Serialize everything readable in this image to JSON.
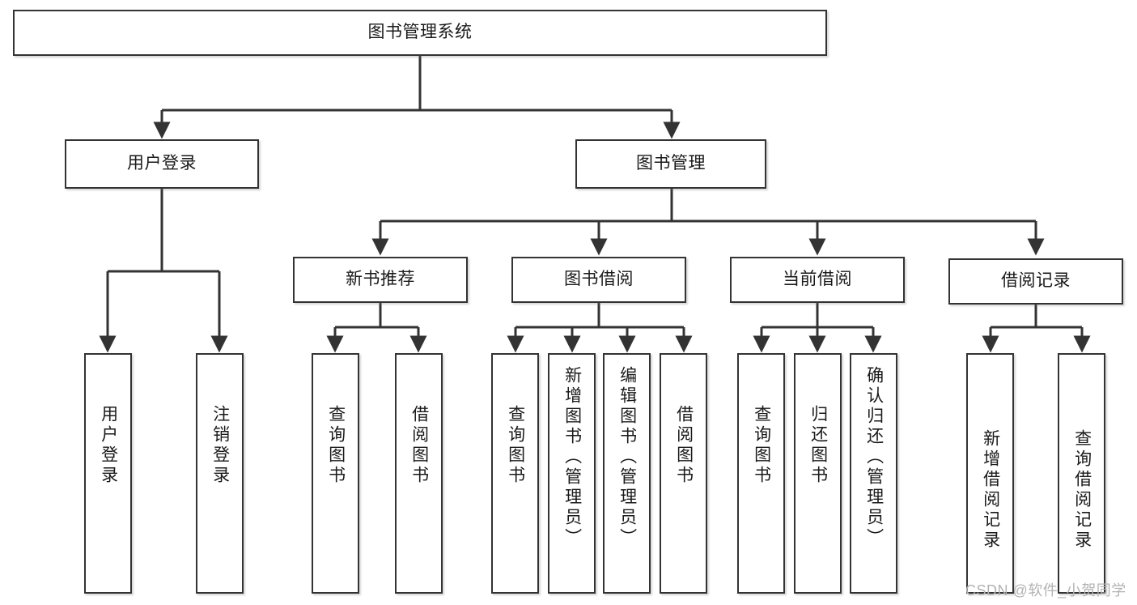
{
  "diagram": {
    "type": "tree",
    "title_node": {
      "id": "root",
      "label": "图书管理系统"
    },
    "level2": [
      {
        "id": "user-login",
        "label": "用户登录"
      },
      {
        "id": "book-manage",
        "label": "图书管理"
      }
    ],
    "level3": [
      {
        "id": "new-book-rec",
        "label": "新书推荐"
      },
      {
        "id": "book-borrow",
        "label": "图书借阅"
      },
      {
        "id": "current-borrow",
        "label": "当前借阅"
      },
      {
        "id": "borrow-record",
        "label": "借阅记录"
      }
    ],
    "leaves": {
      "user_login": [
        {
          "id": "leaf-user-login",
          "label": "用户登录"
        },
        {
          "id": "leaf-logout-login",
          "label": "注销登录"
        }
      ],
      "new_book_rec": [
        {
          "id": "leaf-query-book-1",
          "label": "查询图书"
        },
        {
          "id": "leaf-borrow-book-1",
          "label": "借阅图书"
        }
      ],
      "book_borrow": [
        {
          "id": "leaf-query-book-2",
          "label": "查询图书"
        },
        {
          "id": "leaf-add-book",
          "label": "新增图书（管理员）"
        },
        {
          "id": "leaf-edit-book",
          "label": "编辑图书（管理员）"
        },
        {
          "id": "leaf-borrow-book-2",
          "label": "借阅图书"
        }
      ],
      "current_borrow": [
        {
          "id": "leaf-query-book-3",
          "label": "查询图书"
        },
        {
          "id": "leaf-return-book",
          "label": "归还图书"
        },
        {
          "id": "leaf-confirm-return",
          "label": "确认归还（管理员）"
        }
      ],
      "borrow_record": [
        {
          "id": "leaf-add-record",
          "label": "新增借阅记录"
        },
        {
          "id": "leaf-query-record",
          "label": "查询借阅记录"
        }
      ]
    }
  },
  "watermark": {
    "text": "CSDN @软件_小贺同学"
  },
  "colors": {
    "border": "#333333",
    "background": "#ffffff",
    "text": "#1a1a1a",
    "watermark": "#b3b3b3"
  }
}
